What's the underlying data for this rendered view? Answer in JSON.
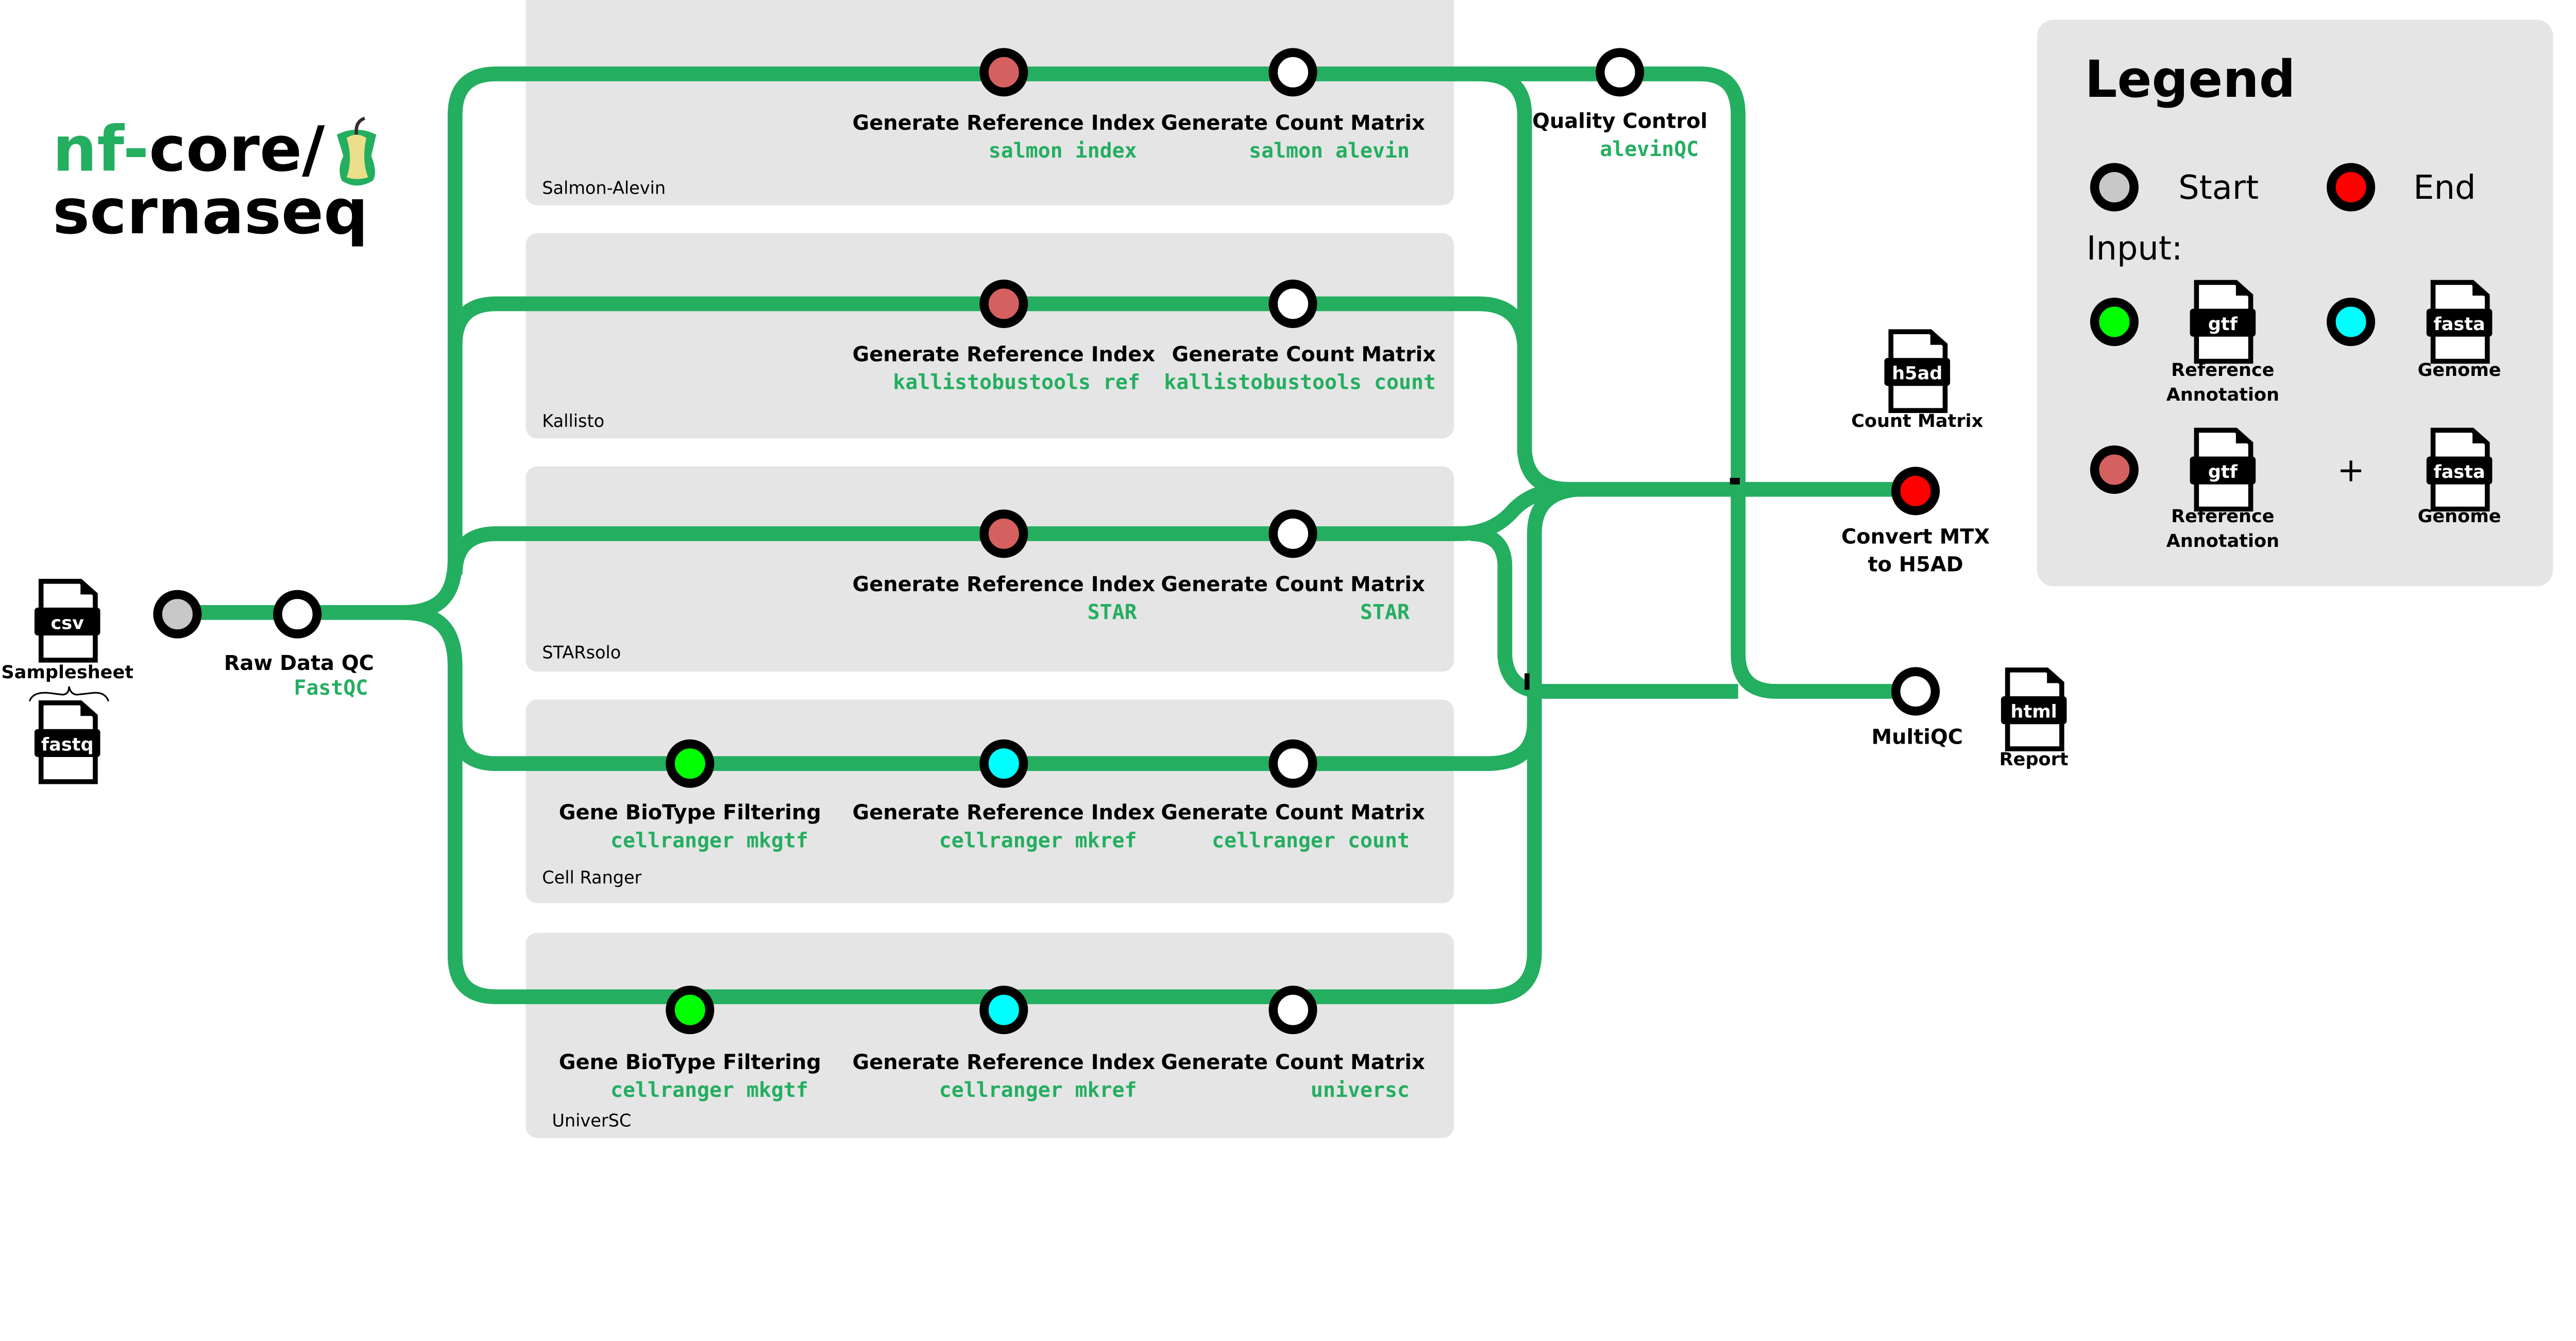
{
  "logo": {
    "prefix": "nf-",
    "core": "core/",
    "name": "scrnaseq"
  },
  "colors": {
    "line": "#24ae60",
    "panel": "#e5e5e5",
    "start": "#c8c8c8",
    "end": "#ff0000",
    "gtf_input": "#00ff00",
    "fasta_input": "#00ffff",
    "gtf_fasta_input": "#d4605f"
  },
  "inputs": {
    "csv_icon": "csv",
    "samplesheet": "Samplesheet",
    "fastq_icon": "fastq"
  },
  "raw_qc": {
    "label": "Raw Data QC",
    "tool": "FastQC"
  },
  "panels": [
    {
      "name": "Salmon-Alevin",
      "steps": [
        {
          "label": "Generate Reference Index",
          "tool": "salmon index"
        },
        {
          "label": "Generate Count Matrix",
          "tool": "salmon alevin"
        }
      ]
    },
    {
      "name": "Kallisto",
      "steps": [
        {
          "label": "Generate Reference Index",
          "tool": "kallistobustools ref"
        },
        {
          "label": "Generate Count Matrix",
          "tool": "kallistobustools count"
        }
      ]
    },
    {
      "name": "STARsolo",
      "steps": [
        {
          "label": "Generate Reference Index",
          "tool": "STAR"
        },
        {
          "label": "Generate Count Matrix",
          "tool": "STAR"
        }
      ]
    },
    {
      "name": "Cell Ranger",
      "steps": [
        {
          "label": "Gene BioType Filtering",
          "tool": "cellranger mkgtf"
        },
        {
          "label": "Generate Reference Index",
          "tool": "cellranger mkref"
        },
        {
          "label": "Generate Count Matrix",
          "tool": "cellranger count"
        }
      ]
    },
    {
      "name": "UniverSC",
      "steps": [
        {
          "label": "Gene BioType Filtering",
          "tool": "cellranger mkgtf"
        },
        {
          "label": "Generate Reference Index",
          "tool": "cellranger mkref"
        },
        {
          "label": "Generate Count Matrix",
          "tool": "universc"
        }
      ]
    }
  ],
  "quality_control": {
    "label": "Quality Control",
    "tool": "alevinQC"
  },
  "outputs": {
    "h5ad_icon": "h5ad",
    "count_matrix": "Count Matrix",
    "convert_line1": "Convert MTX",
    "convert_line2": "to H5AD",
    "multiqc": "MultiQC",
    "html_icon": "html",
    "report": "Report"
  },
  "legend": {
    "title": "Legend",
    "start": "Start",
    "end": "End",
    "input": "Input:",
    "gtf_icon": "gtf",
    "fasta_icon": "fasta",
    "ref_line1": "Reference",
    "ref_line2": "Annotation",
    "genome": "Genome",
    "plus": "+"
  }
}
